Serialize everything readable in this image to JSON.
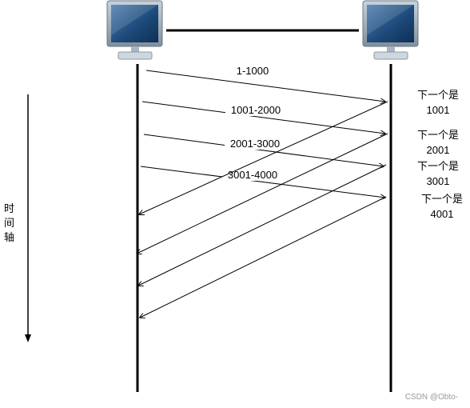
{
  "segments": [
    {
      "label": "1-1000"
    },
    {
      "label": "1001-2000"
    },
    {
      "label": "2001-3000"
    },
    {
      "label": "3001-4000"
    }
  ],
  "acks": [
    {
      "line1": "下一个是",
      "line2": "1001"
    },
    {
      "line1": "下一个是",
      "line2": "2001"
    },
    {
      "line1": "下一个是",
      "line2": "3001"
    },
    {
      "line1": "下一个是",
      "line2": "4001"
    }
  ],
  "time_axis": {
    "chars": [
      "时",
      "间",
      "轴"
    ]
  },
  "watermark": "CSDN @Obto-",
  "colors": {
    "line": "#000000",
    "monitor_frame": "#8a9aa8",
    "monitor_screen": "#1e4a78",
    "text": "#000000",
    "watermark": "#999999"
  }
}
